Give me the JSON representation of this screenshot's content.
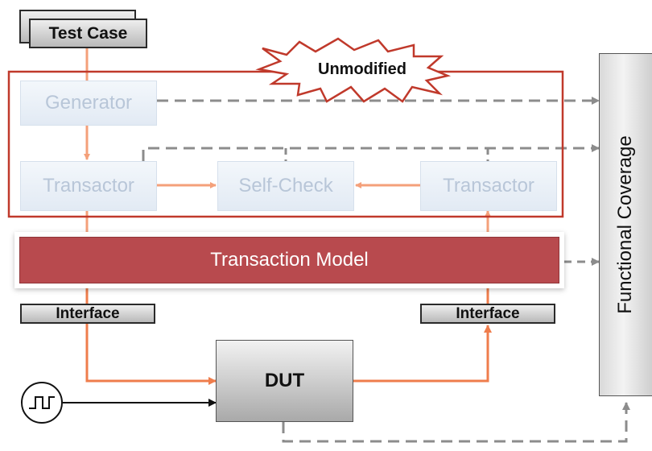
{
  "test_case": {
    "label": "Test Case"
  },
  "burst": {
    "label": "Unmodified"
  },
  "blocks": {
    "generator": "Generator",
    "transactor_left": "Transactor",
    "self_check": "Self-Check",
    "transactor_right": "Transactor"
  },
  "transaction_model": {
    "label": "Transaction Model"
  },
  "interface_left": {
    "label": "Interface"
  },
  "interface_right": {
    "label": "Interface"
  },
  "dut": {
    "label": "DUT"
  },
  "coverage": {
    "label": "Functional Coverage"
  },
  "colors": {
    "frame_red": "#c0392b",
    "model_fill": "#b84a4e",
    "signal_orange": "#ef7d4c",
    "dash_gray": "#8c8c8c"
  }
}
